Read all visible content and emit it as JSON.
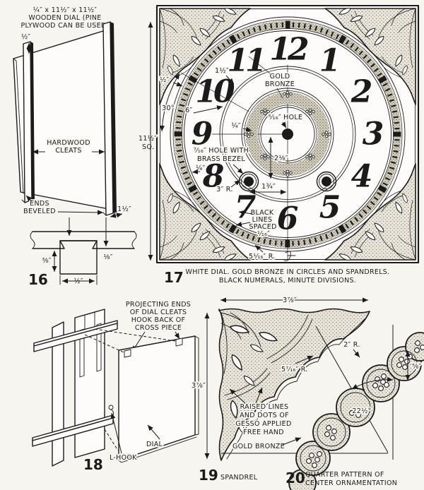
{
  "page": {
    "bg": "#f7f5f0",
    "ink": "#1b1b1b",
    "accent_stipple": "#d8d4c6"
  },
  "fig16": {
    "number": "16",
    "title": [
      "¼″ x 11½″ x 11½″",
      "WOODEN DIAL (PINE",
      "PLYWOOD CAN BE USED)"
    ],
    "dim_projection": "½″",
    "cleats_label": [
      "HARDWOOD",
      "CLEATS"
    ],
    "bevel_label": [
      "ENDS",
      "BEVELED"
    ],
    "dim_cleat_width": "1½″",
    "dim_depth": "⅜″",
    "dim_dado": "⅛″",
    "dim_cleat_bottom": "½″"
  },
  "fig17": {
    "number": "17",
    "caption": [
      "WHITE DIAL. GOLD BRONZE IN CIRCLES AND SPANDRELS.",
      "BLACK NUMERALS, MINUTE DIVISIONS."
    ],
    "numerals": [
      "12",
      "1",
      "2",
      "3",
      "4",
      "5",
      "6",
      "7",
      "8",
      "9",
      "10",
      "11"
    ],
    "dim_square": [
      "11½″",
      "SQ."
    ],
    "dim_half": "½″",
    "dim_angle": "30°",
    "dim_six": "6″",
    "dim_numeral_band": "1½″",
    "gold_bronze": [
      "GOLD",
      "BRONZE"
    ],
    "center_hole": "⁵⁄₁₆″ HOLE",
    "dim_quarter_a": "¼″",
    "dim_quarter_b": "¼″",
    "dim_wreath": "2⅛″",
    "winding_hole": [
      "⁷⁄₁₆″ HOLE WITH",
      "BRASS BEZEL"
    ],
    "dim_inner_radius": "3″ R.",
    "dim_winding": "1¾″",
    "minute_lines": [
      "BLACK",
      "LINES",
      "SPACED",
      "¹⁄₁₆″"
    ],
    "dim_ring_radius": "5¹⁄₁₆″ R."
  },
  "fig18": {
    "number": "18",
    "note": [
      "PROJECTING ENDS",
      "OF DIAL CLEATS",
      "HOOK BACK OF",
      "CROSS PIECE"
    ],
    "dial_label": "DIAL",
    "lhook_label": "L-HOOK"
  },
  "fig19": {
    "number": "19",
    "name": "SPANDREL",
    "dim_width": "3⅞″",
    "dim_height": "3⅞″",
    "dim_radius": "5⁷⁄₁₆″ R.",
    "gesso_note": [
      "RAISED LINES",
      "AND DOTS OF",
      "GESSO APPLIED",
      "FREE HAND"
    ],
    "gold_bronze": "GOLD BRONZE"
  },
  "fig20": {
    "number": "20",
    "caption": [
      "QUARTER PATTERN OF",
      "CENTER ORNAMENTATION"
    ],
    "dim_radius": "2″ R.",
    "dim_band": "⅝″",
    "dim_angle": "22½°"
  }
}
